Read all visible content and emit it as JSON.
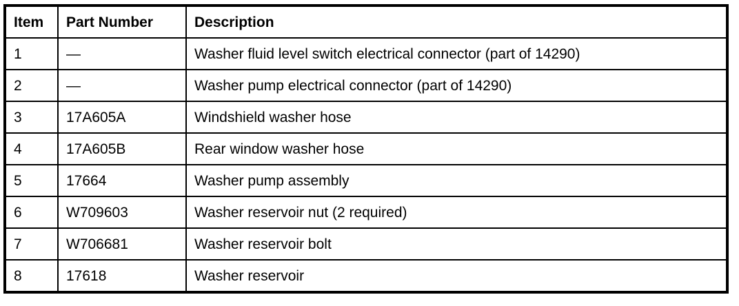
{
  "table": {
    "headers": {
      "item": "Item",
      "part_number": "Part Number",
      "description": "Description"
    },
    "rows": [
      {
        "item": "1",
        "part_number": "—",
        "description": "Washer fluid level switch electrical connector (part of 14290)"
      },
      {
        "item": "2",
        "part_number": "—",
        "description": "Washer pump electrical connector (part of 14290)"
      },
      {
        "item": "3",
        "part_number": "17A605A",
        "description": "Windshield washer hose"
      },
      {
        "item": "4",
        "part_number": "17A605B",
        "description": "Rear window washer hose"
      },
      {
        "item": "5",
        "part_number": "17664",
        "description": "Washer pump assembly"
      },
      {
        "item": "6",
        "part_number": "W709603",
        "description": "Washer reservoir nut (2 required)"
      },
      {
        "item": "7",
        "part_number": "W706681",
        "description": "Washer reservoir bolt"
      },
      {
        "item": "8",
        "part_number": "17618",
        "description": "Washer reservoir"
      }
    ]
  },
  "colors": {
    "border": "#000000",
    "background": "#ffffff",
    "text": "#000000"
  }
}
